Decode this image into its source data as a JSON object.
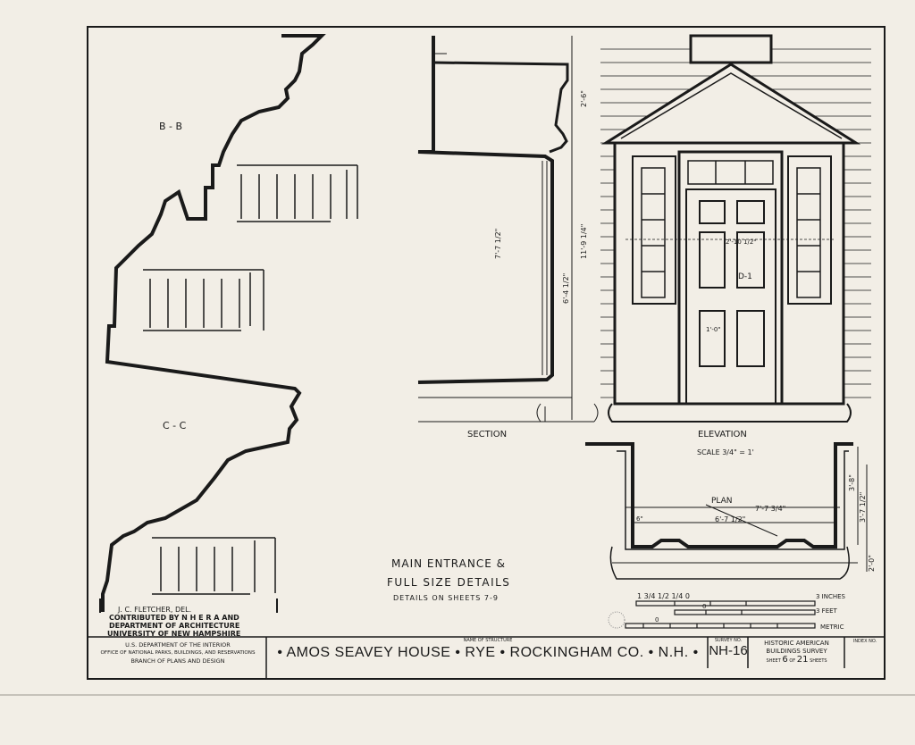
{
  "drawing": {
    "labels": {
      "bb": "B - B",
      "cc": "C - C",
      "section": "SECTION",
      "elevation": "ELEVATION",
      "scale": "SCALE 3/4\" = 1'",
      "plan": "PLAN",
      "door_id": "D-1"
    },
    "dimensions": {
      "section_height": "7'-7 1/2\"",
      "section_total": "11'-9 1/4\"",
      "section_lower": "6'-4 1/2\"",
      "section_top": "2'-6\"",
      "door_rail": "2'-10 1/2\"",
      "panel_width": "1'-0\"",
      "plan_outer": "7'-7 3/4\"",
      "plan_inner": "6'-7 1/2\"",
      "plan_depth": "3'-8\"",
      "plan_side": "3'-7 1/2\"",
      "plan_step": "2'-0\"",
      "plan_jamb": "6\""
    },
    "notes": {
      "title_line1": "MAIN ENTRANCE &",
      "title_line2": "FULL SIZE DETAILS",
      "title_line3": "DETAILS ON SHEETS 7-9"
    },
    "credits": {
      "line1": "J. C. FLETCHER, DEL.",
      "line2": "CONTRIBUTED BY N H E R A AND",
      "line3": "DEPARTMENT OF ARCHITECTURE",
      "line4": "UNIVERSITY OF NEW HAMPSHIRE"
    },
    "scale_bars": {
      "inches_ticks": "1 3/4 1/2 1/4 0",
      "inches_label": "3 INCHES",
      "feet_zero": "0",
      "feet_label": "3 FEET",
      "metric_zero": "0",
      "metric_label": "METRIC"
    }
  },
  "title_block": {
    "agency_line1": "U.S. DEPARTMENT OF THE INTERIOR",
    "agency_line2": "OFFICE OF NATIONAL PARKS, BUILDINGS, AND RESERVATIONS",
    "agency_line3": "BRANCH OF PLANS AND DESIGN",
    "structure_caption": "NAME OF STRUCTURE",
    "structure_name": "• AMOS SEAVEY HOUSE • RYE • ROCKINGHAM CO. • N.H. •",
    "survey_caption": "SURVEY NO.",
    "survey_no": "NH-16",
    "habs_line1": "HISTORIC AMERICAN",
    "habs_line2": "BUILDINGS SURVEY",
    "sheet_label": "SHEET",
    "sheet_no": "6",
    "sheet_of": "OF",
    "sheet_total": "21",
    "sheets_label": "SHEETS",
    "index_caption": "INDEX NO."
  }
}
